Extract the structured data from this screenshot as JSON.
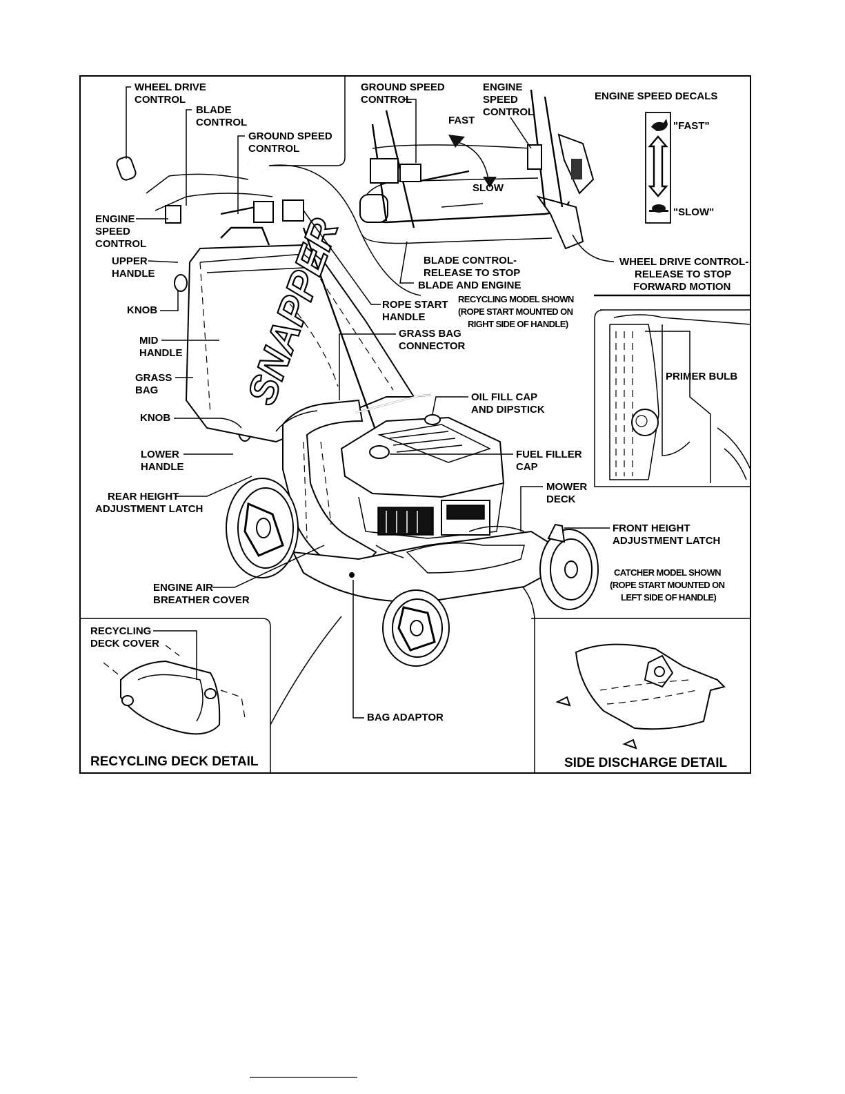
{
  "callouts": {
    "wheel_drive_control": [
      "WHEEL DRIVE",
      "CONTROL"
    ],
    "blade_control": [
      "BLADE",
      "CONTROL"
    ],
    "ground_speed_control_main": [
      "GROUND SPEED",
      "CONTROL"
    ],
    "engine_speed_control_main": [
      "ENGINE",
      "SPEED",
      "CONTROL"
    ],
    "upper_handle": [
      "UPPER",
      "HANDLE"
    ],
    "knob_upper": "KNOB",
    "mid_handle": [
      "MID",
      "HANDLE"
    ],
    "grass_bag": [
      "GRASS",
      "BAG"
    ],
    "knob_lower": "KNOB",
    "lower_handle": [
      "LOWER",
      "HANDLE"
    ],
    "rear_height_adjustment_latch": [
      "REAR HEIGHT",
      "ADJUSTMENT LATCH"
    ],
    "engine_air_breather_cover": [
      "ENGINE AIR",
      "BREATHER COVER"
    ],
    "rope_start_handle": [
      "ROPE START",
      "HANDLE"
    ],
    "grass_bag_connector": [
      "GRASS BAG",
      "CONNECTOR"
    ],
    "oil_fill_cap": [
      "OIL FILL CAP",
      "AND DIPSTICK"
    ],
    "fuel_filler_cap": [
      "FUEL FILLER",
      "CAP"
    ],
    "mower_deck": [
      "MOWER",
      "DECK"
    ],
    "front_height_adjustment_latch": [
      "FRONT HEIGHT",
      "ADJUSTMENT LATCH"
    ],
    "bag_adaptor": "BAG ADAPTOR",
    "primer_bulb": "PRIMER BULB"
  },
  "brand_name": "SNAPPER",
  "controls_inset": {
    "ground_speed_control": [
      "GROUND SPEED",
      "CONTROL"
    ],
    "engine_speed_control": [
      "ENGINE",
      "SPEED",
      "CONTROL"
    ],
    "fast": "FAST",
    "slow": "SLOW",
    "blade_control_note": [
      "BLADE CONTROL-",
      "RELEASE TO STOP",
      "BLADE AND ENGINE"
    ],
    "wheel_drive_note": [
      "WHEEL DRIVE CONTROL-",
      "RELEASE TO STOP",
      "FORWARD MOTION"
    ]
  },
  "engine_speed_decals": {
    "title": "ENGINE SPEED DECALS",
    "fast": "\"FAST\"",
    "slow": "\"SLOW\""
  },
  "model_notes": {
    "recycling": [
      "RECYCLING MODEL SHOWN",
      "(ROPE START MOUNTED ON",
      "RIGHT SIDE OF HANDLE)"
    ],
    "catcher": [
      "CATCHER MODEL SHOWN",
      "(ROPE START MOUNTED ON",
      "LEFT SIDE OF HANDLE)"
    ]
  },
  "recycling_detail": {
    "callout": [
      "RECYCLING",
      "DECK COVER"
    ],
    "title": "RECYCLING DECK DETAIL"
  },
  "side_discharge_detail": {
    "title": "SIDE DISCHARGE DETAIL"
  }
}
